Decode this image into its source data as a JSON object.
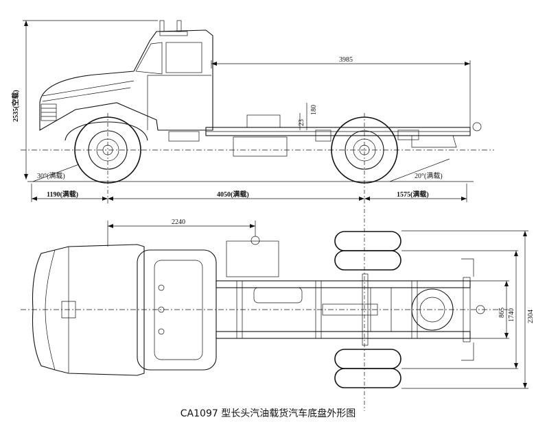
{
  "caption": "CA1097 型长头汽油载货汽车底盘外形图",
  "dims": {
    "rear_length": "3985",
    "height": "2535(空载)",
    "frame_dim": "180",
    "step_dim": "23",
    "approach_angle": "30°(满载)",
    "departure_angle": "20°(满载)",
    "front_overhang": "1190(满载)",
    "wheelbase": "4050(满载)",
    "rear_overhang": "1575(满载)",
    "tank_position": "2240",
    "rear_track": "1740",
    "frame_width": "865",
    "overall_width": "2304"
  }
}
